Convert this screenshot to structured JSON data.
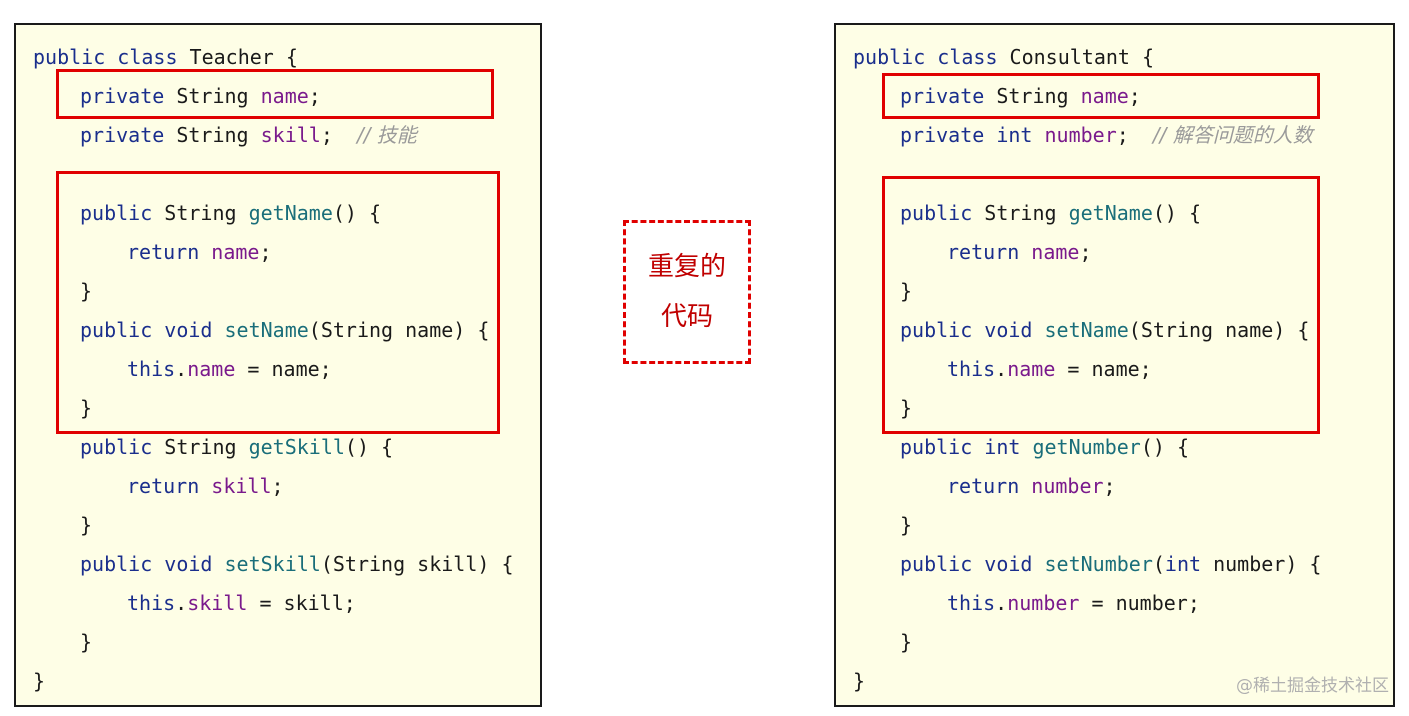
{
  "left_panel": {
    "lines": [
      [
        [
          "kw",
          "public class "
        ],
        [
          "tx",
          "Teacher {"
        ]
      ],
      [
        [
          "kw",
          "private "
        ],
        [
          "tx",
          "String "
        ],
        [
          "fld",
          "name"
        ],
        [
          "tx",
          ";"
        ]
      ],
      [
        [
          "kw",
          "private "
        ],
        [
          "tx",
          "String "
        ],
        [
          "fld",
          "skill"
        ],
        [
          "tx",
          ";  "
        ],
        [
          "cmt",
          "// 技能"
        ]
      ],
      [],
      [
        [
          "kw",
          "public "
        ],
        [
          "tx",
          "String "
        ],
        [
          "mth",
          "getName"
        ],
        [
          "tx",
          "() {"
        ]
      ],
      [
        [
          "kw",
          "return "
        ],
        [
          "fld",
          "name"
        ],
        [
          "tx",
          ";"
        ]
      ],
      [
        [
          "tx",
          "}"
        ]
      ],
      [
        [
          "kw",
          "public void "
        ],
        [
          "mth",
          "setName"
        ],
        [
          "tx",
          "(String name) {"
        ]
      ],
      [
        [
          "kw",
          "this"
        ],
        [
          "tx",
          "."
        ],
        [
          "fld",
          "name"
        ],
        [
          "tx",
          " = name;"
        ]
      ],
      [
        [
          "tx",
          "}"
        ]
      ],
      [
        [
          "kw",
          "public "
        ],
        [
          "tx",
          "String "
        ],
        [
          "mth",
          "getSkill"
        ],
        [
          "tx",
          "() {"
        ]
      ],
      [
        [
          "kw",
          "return "
        ],
        [
          "fld",
          "skill"
        ],
        [
          "tx",
          ";"
        ]
      ],
      [
        [
          "tx",
          "}"
        ]
      ],
      [
        [
          "kw",
          "public void "
        ],
        [
          "mth",
          "setSkill"
        ],
        [
          "tx",
          "(String skill) {"
        ]
      ],
      [
        [
          "kw",
          "this"
        ],
        [
          "tx",
          "."
        ],
        [
          "fld",
          "skill"
        ],
        [
          "tx",
          " = skill;"
        ]
      ],
      [
        [
          "tx",
          "}"
        ]
      ],
      [
        [
          "tx",
          "}"
        ]
      ]
    ]
  },
  "right_panel": {
    "lines": [
      [
        [
          "kw",
          "public class "
        ],
        [
          "tx",
          "Consultant {"
        ]
      ],
      [
        [
          "kw",
          "private "
        ],
        [
          "tx",
          "String "
        ],
        [
          "fld",
          "name"
        ],
        [
          "tx",
          ";"
        ]
      ],
      [
        [
          "kw",
          "private int "
        ],
        [
          "fld",
          "number"
        ],
        [
          "tx",
          ";  "
        ],
        [
          "cmt",
          "// 解答问题的人数"
        ]
      ],
      [],
      [
        [
          "kw",
          "public "
        ],
        [
          "tx",
          "String "
        ],
        [
          "mth",
          "getName"
        ],
        [
          "tx",
          "() {"
        ]
      ],
      [
        [
          "kw",
          "return "
        ],
        [
          "fld",
          "name"
        ],
        [
          "tx",
          ";"
        ]
      ],
      [
        [
          "tx",
          "}"
        ]
      ],
      [
        [
          "kw",
          "public void "
        ],
        [
          "mth",
          "setName"
        ],
        [
          "tx",
          "(String name) {"
        ]
      ],
      [
        [
          "kw",
          "this"
        ],
        [
          "tx",
          "."
        ],
        [
          "fld",
          "name"
        ],
        [
          "tx",
          " = name;"
        ]
      ],
      [
        [
          "tx",
          "}"
        ]
      ],
      [
        [
          "kw",
          "public int "
        ],
        [
          "mth",
          "getNumber"
        ],
        [
          "tx",
          "() {"
        ]
      ],
      [
        [
          "kw",
          "return "
        ],
        [
          "fld",
          "number"
        ],
        [
          "tx",
          ";"
        ]
      ],
      [
        [
          "tx",
          "}"
        ]
      ],
      [
        [
          "kw",
          "public void "
        ],
        [
          "mth",
          "setNumber"
        ],
        [
          "tx",
          "("
        ],
        [
          "kw",
          "int "
        ],
        [
          "tx",
          "number) {"
        ]
      ],
      [
        [
          "kw",
          "this"
        ],
        [
          "tx",
          "."
        ],
        [
          "fld",
          "number"
        ],
        [
          "tx",
          " = number;"
        ]
      ],
      [
        [
          "tx",
          "}"
        ]
      ],
      [
        [
          "tx",
          "}"
        ]
      ]
    ]
  },
  "duplicate_label": {
    "line1": "重复的",
    "line2": "代码"
  },
  "watermark": "@稀土掘金技术社区",
  "colors": {
    "highlight": "#e00000",
    "panel_bg": "#fefee6",
    "keyword": "#1a2e8c",
    "field": "#7a1a8c",
    "method": "#1a6e7a",
    "comment": "#9a9a9a"
  }
}
